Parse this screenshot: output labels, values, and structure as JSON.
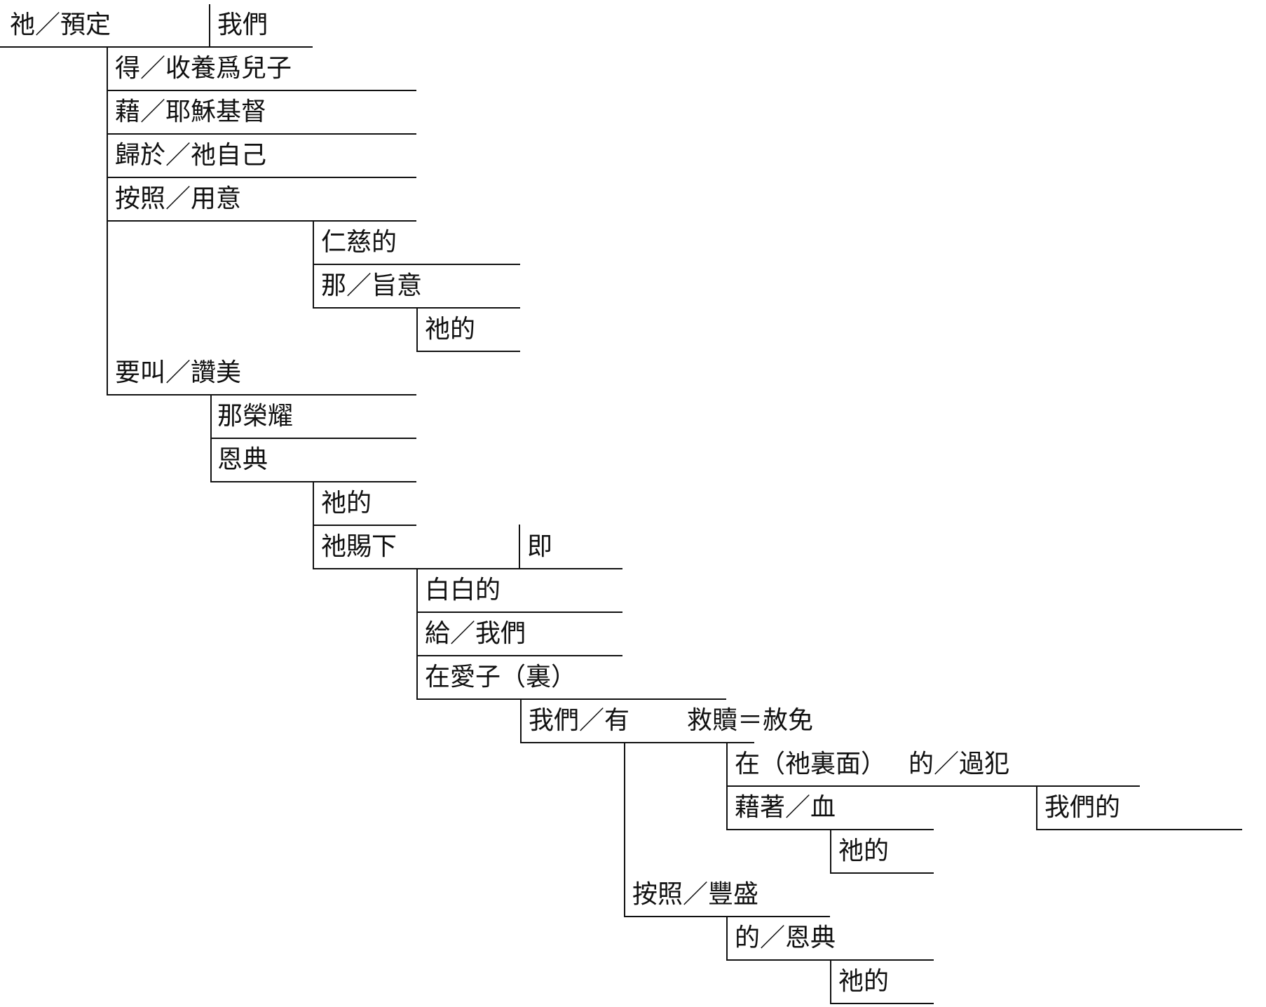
{
  "diagram": {
    "labels": {
      "r0a": "祂／預定",
      "r0b": "我們",
      "r1": "得／收養爲兒子",
      "r2": "藉／耶穌基督",
      "r3": "歸於／祂自己",
      "r4": "按照／用意",
      "r5": "仁慈的",
      "r6": "那／旨意",
      "r7": "祂的",
      "r8": "要叫／讚美",
      "r9": "那榮耀",
      "r10": "恩典",
      "r11": "祂的",
      "r12a": "祂賜下",
      "r12b": "即",
      "r13": "白白的",
      "r14": "給／我們",
      "r15": "在愛子（裏）",
      "r16a": "我們／有",
      "r16b": "救贖＝赦免",
      "r17a": "在（祂裏面）",
      "r17b": "的／過犯",
      "r18a": "藉著／血",
      "r18b": "我們的",
      "r19": "祂的",
      "r20": "按照／豐盛",
      "r21": "的／恩典",
      "r22": "祂的"
    }
  }
}
